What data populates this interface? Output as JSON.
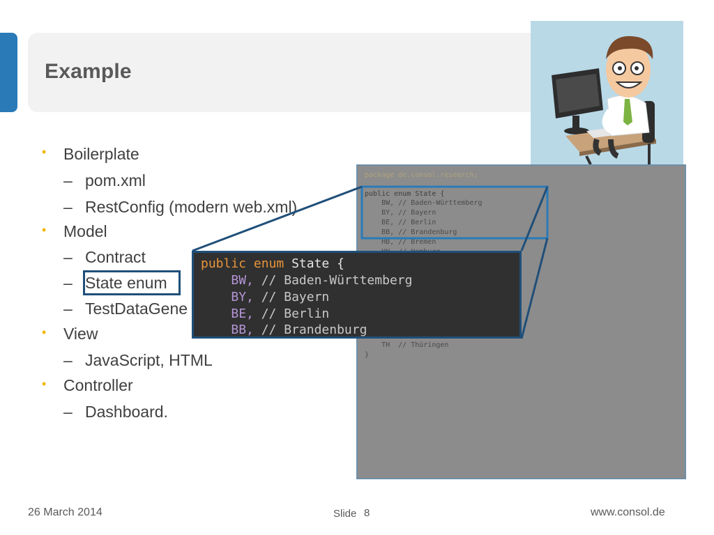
{
  "slide": {
    "title": "Example",
    "bullets": [
      {
        "level": 1,
        "text": "Boilerplate"
      },
      {
        "level": 2,
        "text": "pom.xml"
      },
      {
        "level": 2,
        "text": "RestConfig (modern web.xml)"
      },
      {
        "level": 1,
        "text": "Model"
      },
      {
        "level": 2,
        "text": "Contract"
      },
      {
        "level": 2,
        "text": "State enum"
      },
      {
        "level": 2,
        "text": "TestDataGene"
      },
      {
        "level": 1,
        "text": "View"
      },
      {
        "level": 2,
        "text": "JavaScript, HTML"
      },
      {
        "level": 1,
        "text": "Controller"
      },
      {
        "level": 2,
        "text": "Dashboard."
      }
    ],
    "bullet_symbol": "•",
    "dash_symbol": "–"
  },
  "code_panel": {
    "lines": [
      "package de.consol.research;",
      "",
      "public enum State {",
      "    BW, // Baden-Württemberg",
      "    BY, // Bayern",
      "    BE, // Berlin",
      "    BB, // Brandenburg",
      "    HB, // Bremen",
      "    HH, // Hamburg",
      "    TH  // Thüringen",
      "}"
    ]
  },
  "zoom": {
    "line1_kw1": "public",
    "line1_kw2": "enum",
    "line1_name": "State {",
    "entries": [
      {
        "code": "BW,",
        "comment": "// Baden-Württemberg"
      },
      {
        "code": "BY,",
        "comment": "// Bayern"
      },
      {
        "code": "BE,",
        "comment": "// Berlin"
      },
      {
        "code": "BB,",
        "comment": "// Brandenburg"
      }
    ]
  },
  "footer": {
    "date": "26 March 2014",
    "slide_label": "Slide",
    "slide_number": "8",
    "website": "www.consol.de"
  },
  "colors": {
    "accent_blue": "#2a7ab8",
    "bullet_yellow": "#f2b705",
    "box_navy": "#1f4f79"
  },
  "cartoon_icon": "businessman-at-computer-illustration"
}
